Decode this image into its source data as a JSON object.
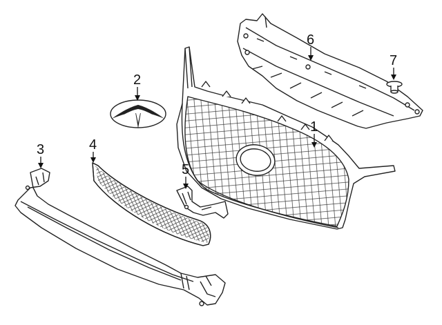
{
  "callouts": [
    {
      "id": "1",
      "part": "grille"
    },
    {
      "id": "2",
      "part": "emblem"
    },
    {
      "id": "3",
      "part": "lower-bracket"
    },
    {
      "id": "4",
      "part": "lower-grille"
    },
    {
      "id": "5",
      "part": "bracket"
    },
    {
      "id": "6",
      "part": "support"
    },
    {
      "id": "7",
      "part": "clip"
    }
  ]
}
